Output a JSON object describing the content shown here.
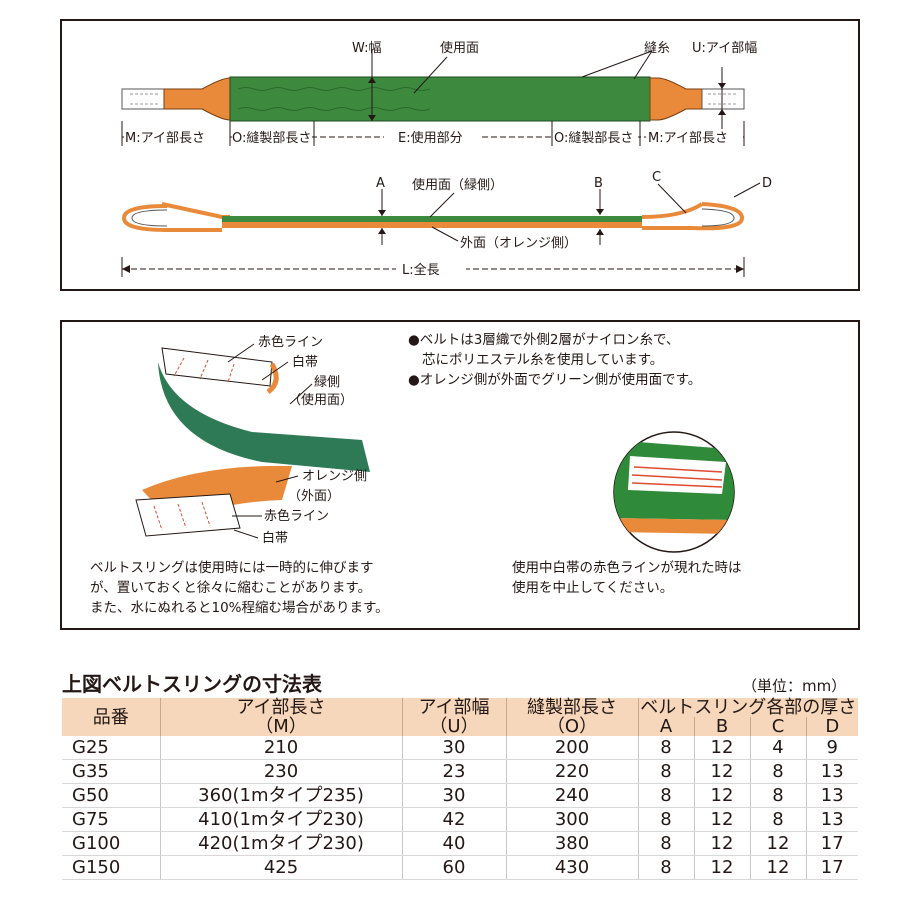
{
  "diagram_top": {
    "labels": {
      "width": "W:幅",
      "use_face": "使用面",
      "stitch": "縫糸",
      "eye_width": "U:アイ部幅",
      "eye_length_left": "M:アイ部長さ",
      "sewn_length_left": "O:縫製部長さ",
      "use_part": "E:使用部分",
      "sewn_length_right": "O:縫製部長さ",
      "eye_length_right": "M:アイ部長さ",
      "a": "A",
      "b": "B",
      "c": "C",
      "d": "D",
      "use_face_green": "使用面（緑側）",
      "outer_face": "外面（オレンジ側）",
      "total_length": "L:全長"
    }
  },
  "diagram_mid": {
    "labels": {
      "red_line_top": "赤色ライン",
      "white_band_top": "白帯",
      "green_side": "緑側",
      "green_side_use": "（使用面）",
      "orange_side": "オレンジ側",
      "orange_side_outer": "（外面）",
      "red_line_bottom": "赤色ライン",
      "white_band_bottom": "白帯"
    },
    "bullets": [
      "●ベルトは3層織で外側2層がナイロン糸で、",
      "芯にポリエステル糸を使用しています。",
      "●オレンジ側が外面でグリーン側が使用面です。"
    ],
    "note_left": [
      "ベルトスリングは使用時には一時的に伸びます",
      "が、置いておくと徐々に縮むことがあります。",
      "また、水にぬれると10%程縮む場合があります。"
    ],
    "note_right": [
      "使用中白帯の赤色ラインが現れた時は",
      "使用を中止してください。"
    ]
  },
  "table": {
    "title": "上図ベルトスリングの寸法表",
    "unit": "（単位：mm）",
    "headers": {
      "code": "品番",
      "eye_length": "アイ部長さ",
      "eye_length_sym": "（M）",
      "eye_width": "アイ部幅",
      "eye_width_sym": "（U）",
      "sewn_length": "縫製部長さ",
      "sewn_length_sym": "（O）",
      "thickness": "ベルトスリング各部の厚さ",
      "a": "A",
      "b": "B",
      "c": "C",
      "d": "D"
    },
    "rows": [
      {
        "code": "G25",
        "m": "210",
        "u": "30",
        "o": "200",
        "a": "8",
        "b": "12",
        "c": "4",
        "d": "9"
      },
      {
        "code": "G35",
        "m": "230",
        "u": "23",
        "o": "220",
        "a": "8",
        "b": "12",
        "c": "8",
        "d": "13"
      },
      {
        "code": "G50",
        "m": "360(1mタイプ235)",
        "u": "30",
        "o": "240",
        "a": "8",
        "b": "12",
        "c": "8",
        "d": "13"
      },
      {
        "code": "G75",
        "m": "410(1mタイプ230)",
        "u": "42",
        "o": "300",
        "a": "8",
        "b": "12",
        "c": "8",
        "d": "13"
      },
      {
        "code": "G100",
        "m": "420(1mタイプ230)",
        "u": "40",
        "o": "380",
        "a": "8",
        "b": "12",
        "c": "12",
        "d": "17"
      },
      {
        "code": "G150",
        "m": "425",
        "u": "60",
        "o": "430",
        "a": "8",
        "b": "12",
        "c": "12",
        "d": "17"
      }
    ]
  },
  "colors": {
    "green": "#3d8a3f",
    "orange": "#e98a3a",
    "header_bg": "#f6d7bb",
    "red_line": "#e04a2f"
  }
}
